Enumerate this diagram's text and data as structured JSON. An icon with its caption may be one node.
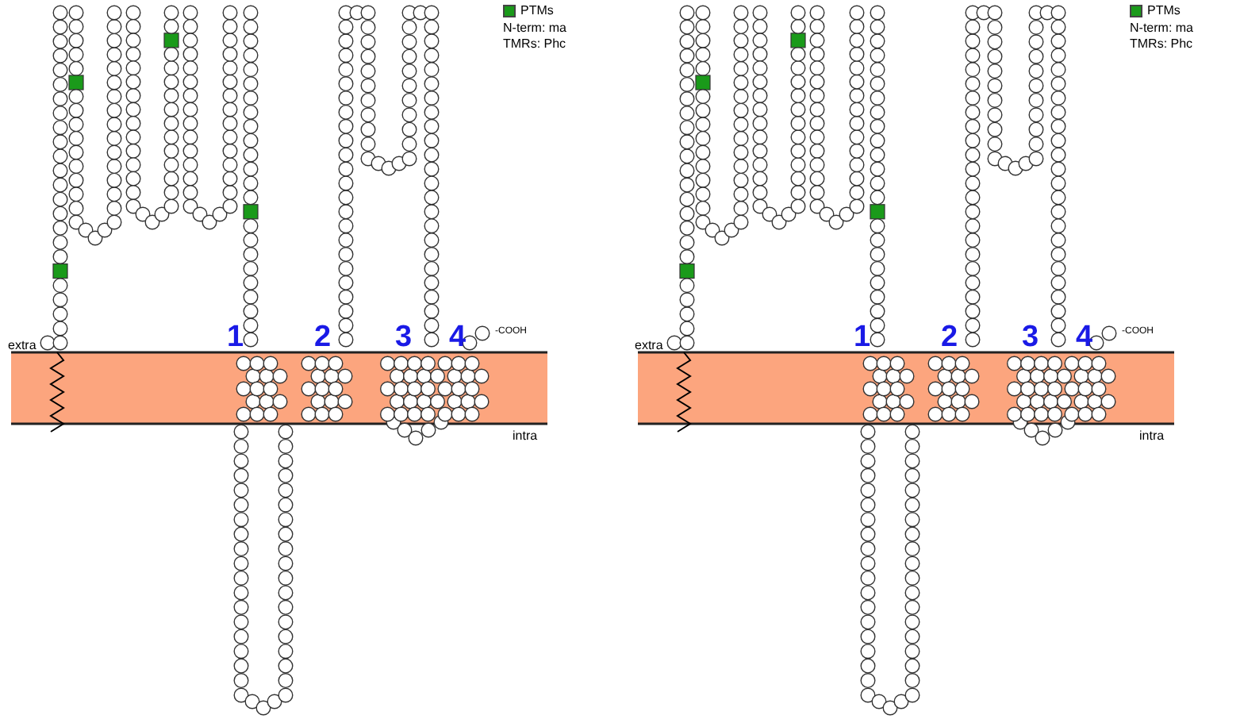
{
  "diagram": {
    "labels": [
      "N-term: ma",
      "TMRs: Phc",
      "1",
      "2",
      "3",
      "4",
      "-COOH",
      "extra",
      "intra",
      "N-term: ma",
      "TMRs: Phc",
      "1",
      "2",
      "3",
      "4",
      "-COOH",
      "extra",
      "intra"
    ],
    "legend": [
      {
        "text": "PTMs",
        "color": "#1a9a1a"
      },
      {
        "text": "PTMs",
        "color": "#1a9a1a"
      }
    ]
  }
}
